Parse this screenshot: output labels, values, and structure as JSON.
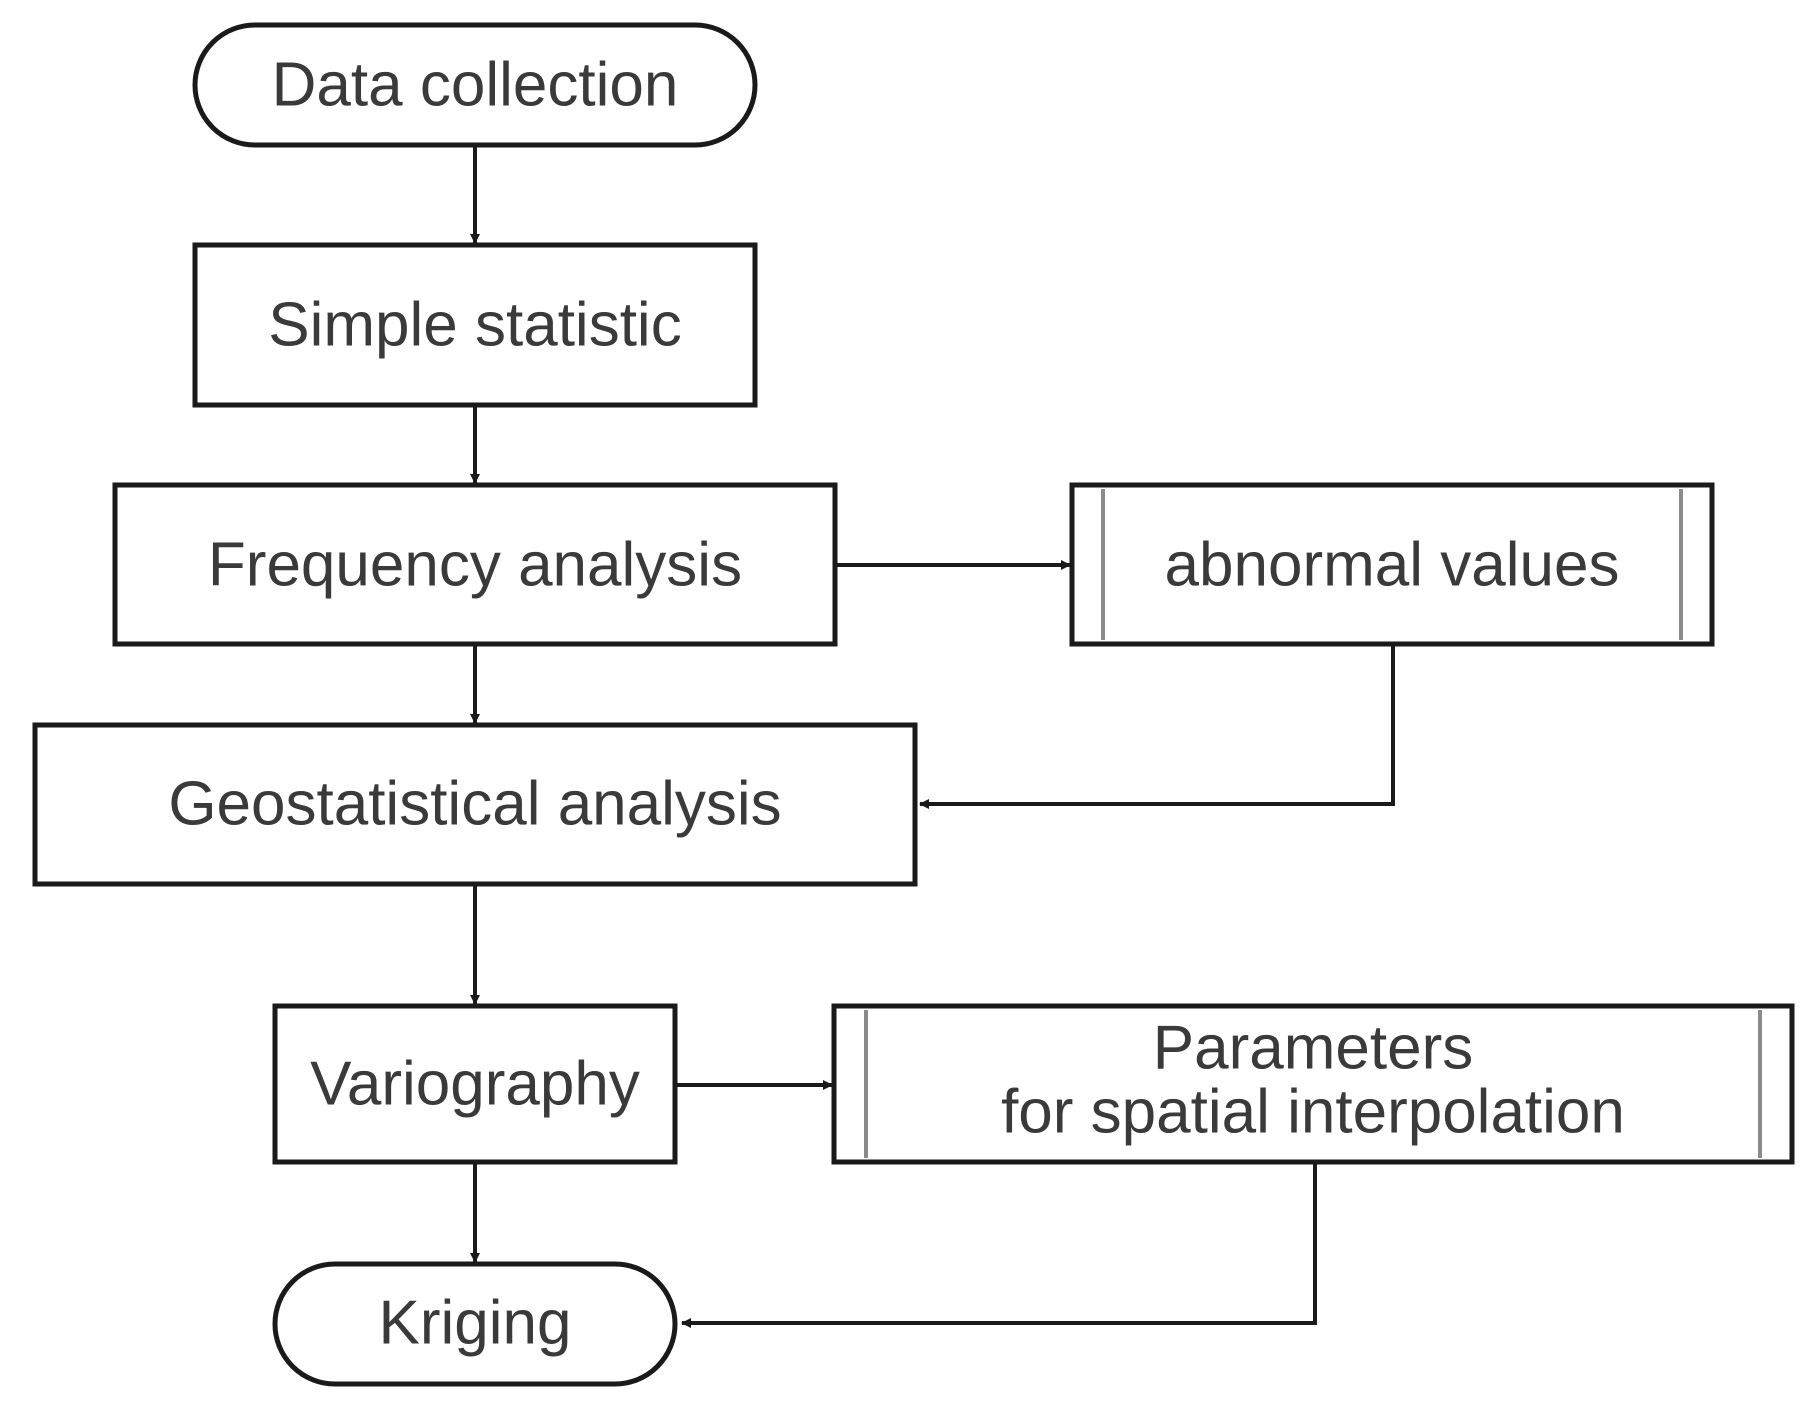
{
  "nodes": {
    "data_collection": "Data collection",
    "simple_statistic": "Simple statistic",
    "frequency_analysis": "Frequency analysis",
    "abnormal_values": "abnormal values",
    "geostatistical_analysis": "Geostatistical analysis",
    "variography": "Variography",
    "parameters_line1": "Parameters",
    "parameters_line2": "for spatial interpolation",
    "kriging": "Kriging"
  },
  "colors": {
    "stroke": "#1a1a1a",
    "text": "#3a3a3a",
    "subprocess_bar": "#8a8a8a",
    "background": "#ffffff"
  }
}
